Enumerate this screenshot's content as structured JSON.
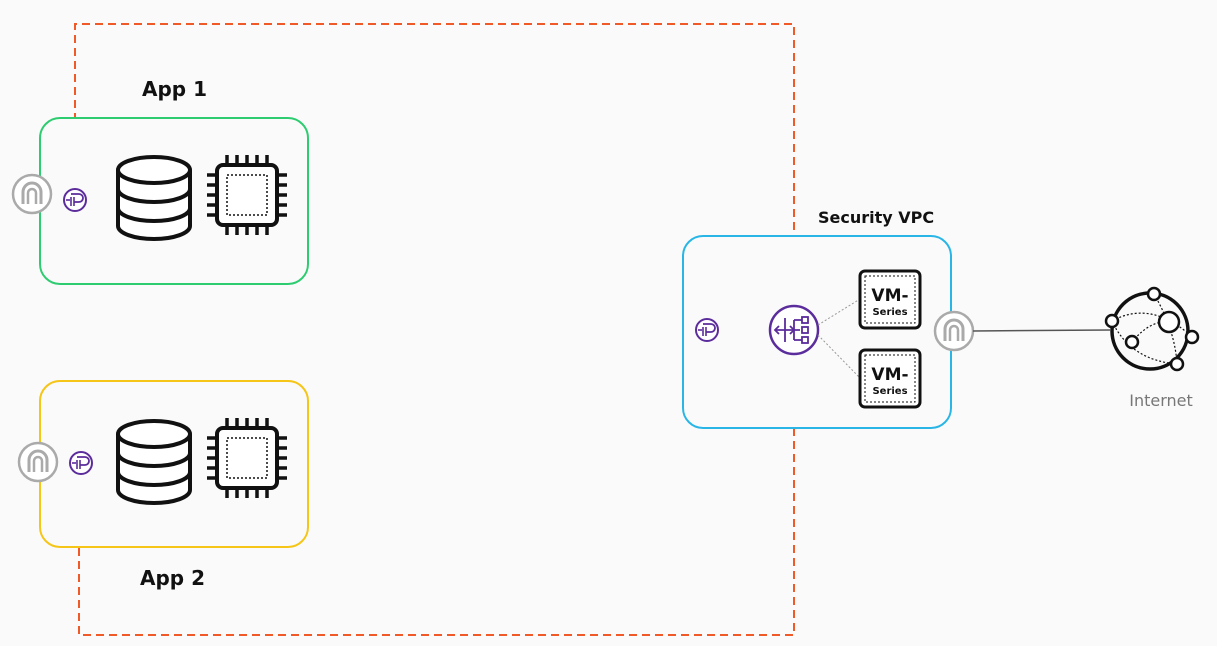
{
  "diagram": {
    "app1": {
      "label": "App 1"
    },
    "app2": {
      "label": "App 2"
    },
    "security_vpc": {
      "label": "Security VPC"
    },
    "vm_series": {
      "line1": "VM-",
      "line2": "Series"
    },
    "internet": {
      "label": "Internet"
    }
  },
  "colors": {
    "app1_border": "#2ecc71",
    "app2_border": "#f5c518",
    "vpc_border": "#29b6e6",
    "traffic_path": "#f05a28",
    "endpoint": "#5b2c9b",
    "gateway": "#aaaaaa"
  },
  "icons": {
    "gateway": "internet-gateway-icon",
    "endpoint": "vpc-endpoint-icon",
    "database": "database-icon",
    "compute": "compute-chip-icon",
    "gateway_lb": "gateway-load-balancer-icon",
    "internet": "internet-globe-icon"
  }
}
